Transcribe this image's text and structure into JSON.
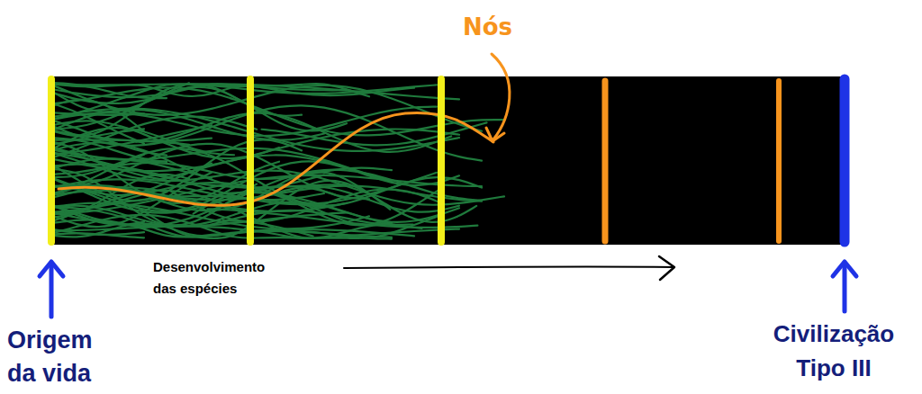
{
  "diagram": {
    "labels": [
      "Nós",
      "Desenvolvimento das espécies",
      "Origem da vida",
      "Civilização Tipo III"
    ]
  }
}
